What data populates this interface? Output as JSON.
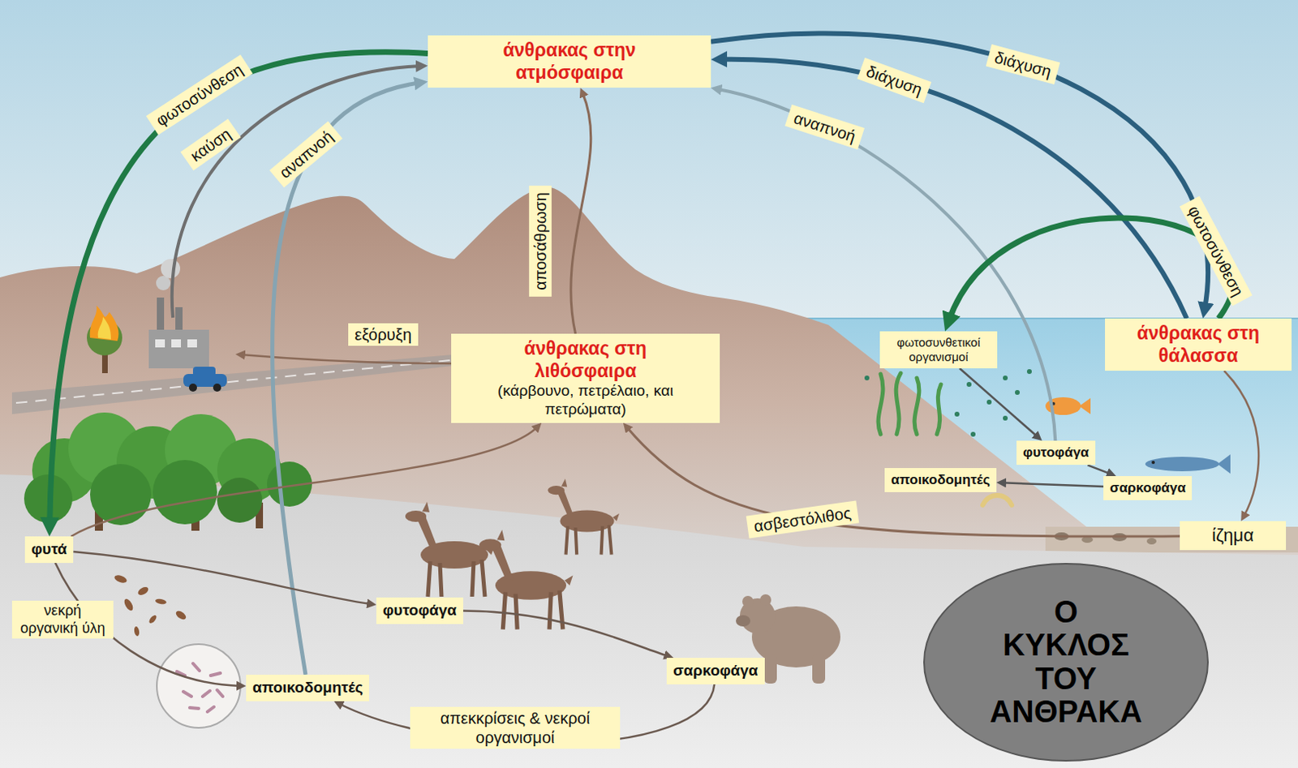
{
  "diagram": {
    "title": "Ο ΚΥΚΛΟΣ ΤΟΥ ΑΝΘΡΑΚΑ",
    "nodes": [
      {
        "text": [
          "άνθρακας στην ατμόσφαιρα"
        ]
      },
      {
        "text": [
          "άνθρακας στη λιθόσφαιρα",
          "(κάρβουνο, πετρέλαιο, και πετρώματα)"
        ]
      },
      {
        "text": [
          "άνθρακας στη θάλασσα"
        ]
      },
      {
        "text": [
          "φυτά"
        ]
      },
      {
        "text": [
          "φυτοφάγα"
        ]
      },
      {
        "text": [
          "αποικοδομητές"
        ]
      },
      {
        "text": [
          "σαρκοφάγα"
        ]
      },
      {
        "text": [
          "φωτοσυνθετικοί οργανισμοί"
        ]
      },
      {
        "text": [
          "φυτοφάγα"
        ]
      },
      {
        "text": [
          "αποικοδομητές"
        ]
      },
      {
        "text": [
          "σαρκοφάγα"
        ]
      },
      {
        "text": [
          "ίζημα"
        ]
      }
    ],
    "edges": [
      {
        "from": 0,
        "to": 3,
        "label": "φωτοσύνθεση",
        "arrow": "to"
      },
      {
        "from": 5,
        "to": 0,
        "label": "αναπνοή",
        "arrow": "to"
      },
      {
        "from": 1,
        "to": 0,
        "label": "αποσάθρωση",
        "arrow": "to"
      },
      {
        "from": 0,
        "to": 2,
        "label": "διάχυση",
        "arrow": "to"
      },
      {
        "from": 2,
        "to": 0,
        "label": "διάχυση",
        "arrow": "to"
      },
      {
        "from": 8,
        "to": 0,
        "label": "αναπνοή",
        "arrow": "to"
      },
      {
        "from": 2,
        "to": 7,
        "label": "φωτοσύνθεση",
        "arrow": "to"
      },
      {
        "from": 11,
        "to": 1,
        "label": "ασβεστόλιθος",
        "arrow": "to"
      },
      {
        "from": 3,
        "to": 4,
        "arrow": "to"
      },
      {
        "from": 4,
        "to": 6,
        "arrow": "to"
      },
      {
        "from": 3,
        "to": 5,
        "label": "νεκρή οργανική ύλη",
        "arrow": "to"
      },
      {
        "from": 6,
        "to": 5,
        "label": "απεκκρίσεις & νεκροί οργανισμοί",
        "arrow": "to"
      },
      {
        "from": 3,
        "to": 1,
        "arrow": "to"
      },
      {
        "from": 7,
        "to": 8,
        "arrow": "to"
      },
      {
        "from": 8,
        "to": 10,
        "arrow": "to"
      },
      {
        "from": 10,
        "to": 9,
        "arrow": "to"
      },
      {
        "from": 2,
        "to": 11,
        "arrow": "to"
      }
    ],
    "labels": [
      "καύση",
      "εξόρυξη"
    ]
  }
}
